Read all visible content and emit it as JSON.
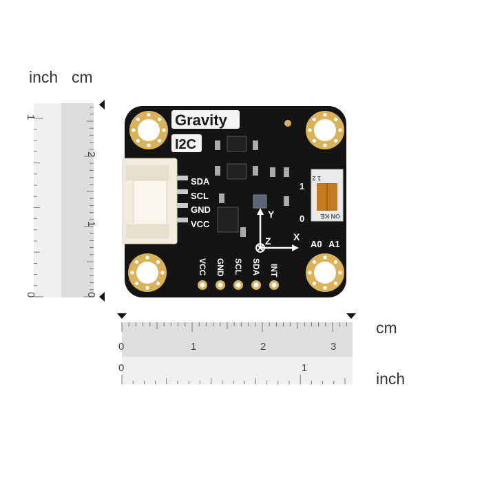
{
  "rulers": {
    "vertical": {
      "unit_inch": "inch",
      "unit_cm": "cm",
      "inch_ticks": [
        "1",
        "0"
      ],
      "cm_ticks": [
        "2",
        "1",
        "0"
      ]
    },
    "horizontal": {
      "unit_cm": "cm",
      "unit_inch": "inch",
      "cm_ticks": [
        "0",
        "1",
        "2",
        "3"
      ],
      "inch_ticks": [
        "0",
        "1"
      ]
    }
  },
  "board": {
    "logo": "Gravity",
    "interface": "I2C",
    "side_pins": [
      "SDA",
      "SCL",
      "GND",
      "VCC"
    ],
    "bottom_pins": [
      "VCC",
      "GND",
      "SCL",
      "SDA",
      "INT"
    ],
    "switch_labels": {
      "high": "1",
      "low": "0",
      "a0": "A0",
      "a1": "A1"
    },
    "switch_text": "ON KE",
    "switch_numbers": "1 2",
    "axes": {
      "x": "X",
      "y": "Y",
      "z": "Z"
    },
    "colors": {
      "pcb": "#141414",
      "gold": "#d9b25a",
      "connector": "#f1ebdc",
      "switch": "#c47a1f"
    }
  }
}
